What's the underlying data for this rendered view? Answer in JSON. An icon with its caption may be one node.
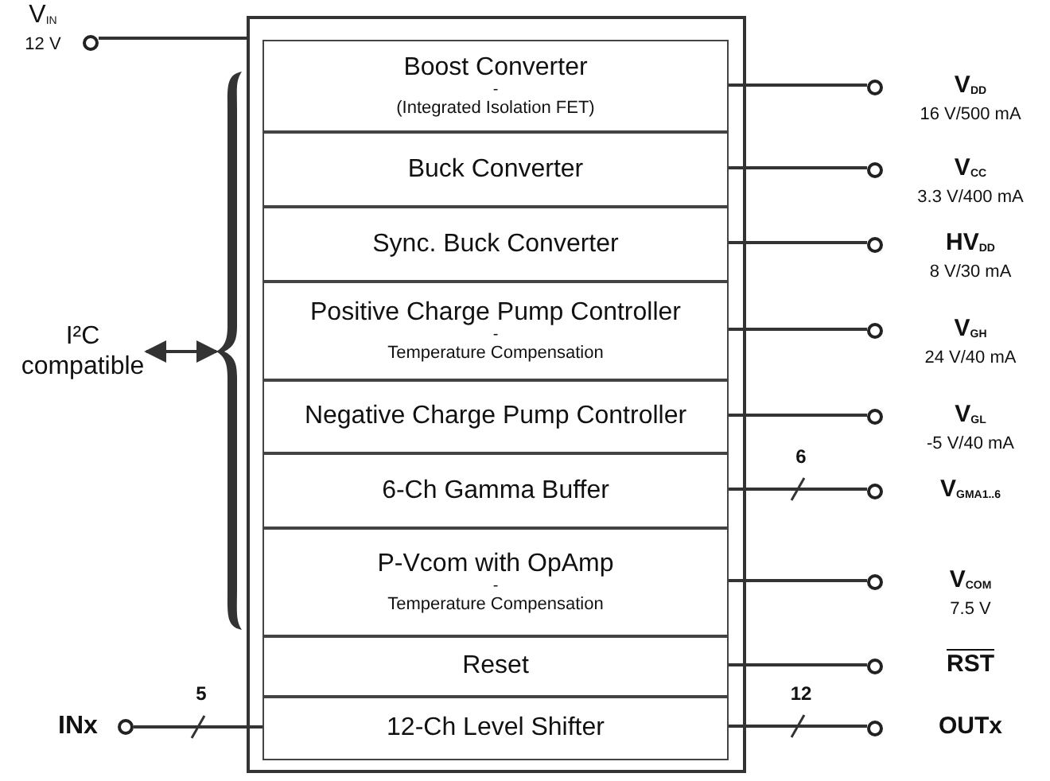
{
  "diagram": {
    "nodes": [
      {
        "text": [],
        "shape": "box"
      },
      {
        "text": [
          "Boost Converter",
          "-",
          "(Integrated Isolation FET)"
        ],
        "in": 0
      },
      {
        "text": [
          "Buck Converter"
        ],
        "in": 0
      },
      {
        "text": [
          "Sync. Buck Converter"
        ],
        "in": 0
      },
      {
        "text": [
          "Positive Charge Pump Controller",
          "-",
          "Temperature Compensation"
        ],
        "in": 0
      },
      {
        "text": [
          "Negative Charge Pump Controller"
        ],
        "in": 0
      },
      {
        "text": [
          "6-Ch Gamma Buffer"
        ],
        "in": 0
      },
      {
        "text": [
          "P-Vcom with OpAmp",
          "-",
          "Temperature Compensation"
        ],
        "in": 0
      },
      {
        "text": [
          "Reset"
        ],
        "in": 0
      },
      {
        "text": [
          "12-Ch Level Shifter"
        ],
        "in": 0
      },
      {
        "text": [
          "V$_{IN}$",
          "12 V"
        ]
      },
      {
        "text": [
          "I²C compatible"
        ]
      },
      {
        "text": [
          "INx"
        ]
      },
      {
        "text": [
          "V$_{DD}$",
          "16 V/500 mA"
        ]
      },
      {
        "text": [
          "V$_{CC}$",
          "3.3 V/400 mA"
        ]
      },
      {
        "text": [
          "HV$_{DD}$",
          "8 V/30 mA"
        ]
      },
      {
        "text": [
          "V$_{GH}$",
          "24 V/40 mA"
        ]
      },
      {
        "text": [
          "V$_{GL}$",
          "-5 V/40 mA"
        ]
      },
      {
        "text": [
          "V$_{GMA1..6}$"
        ]
      },
      {
        "text": [
          "V$_{COM}$",
          "7.5 V"
        ]
      },
      {
        "text": [
          "RST"
        ]
      },
      {
        "text": [
          "OUTx"
        ]
      },
      {
        "text": [],
        "shape": "brace"
      }
    ],
    "edges": [
      {
        "from": 10,
        "to": 0,
        "arrow": "none"
      },
      {
        "from": 11,
        "to": 22,
        "arrow": "both"
      },
      {
        "from": 12,
        "to": 9,
        "arrow": "none",
        "label": "5"
      },
      {
        "from": 1,
        "to": 13,
        "arrow": "none"
      },
      {
        "from": 2,
        "to": 14,
        "arrow": "none"
      },
      {
        "from": 3,
        "to": 15,
        "arrow": "none"
      },
      {
        "from": 4,
        "to": 16,
        "arrow": "none"
      },
      {
        "from": 5,
        "to": 17,
        "arrow": "none"
      },
      {
        "from": 6,
        "to": 18,
        "arrow": "none",
        "label": "6"
      },
      {
        "from": 7,
        "to": 19,
        "arrow": "none"
      },
      {
        "from": 8,
        "to": 20,
        "arrow": "none"
      },
      {
        "from": 9,
        "to": 21,
        "arrow": "none",
        "label": "12"
      }
    ]
  }
}
